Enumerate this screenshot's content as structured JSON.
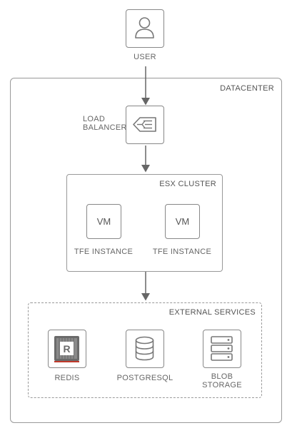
{
  "nodes": {
    "user": {
      "label": "USER",
      "icon": "user-icon"
    },
    "load_balancer": {
      "label_line1": "LOAD",
      "label_line2": "BALANCER",
      "icon": "load-balancer-icon"
    },
    "vm1": {
      "text": "VM",
      "label": "TFE INSTANCE"
    },
    "vm2": {
      "text": "VM",
      "label": "TFE INSTANCE"
    },
    "redis": {
      "label": "REDIS",
      "icon": "redis-icon"
    },
    "postgresql": {
      "label": "POSTGRESQL",
      "icon": "database-icon"
    },
    "blob": {
      "label_line1": "BLOB",
      "label_line2": "STORAGE",
      "icon": "storage-icon"
    }
  },
  "groups": {
    "datacenter": "DATACENTER",
    "esx_cluster": "ESX CLUSTER",
    "external_services": "EXTERNAL SERVICES"
  },
  "colors": {
    "border": "#999999",
    "icon_border": "#888888",
    "arrow": "#666666",
    "redis_chip": "#6b6b6b",
    "redis_accent": "#c0392b"
  }
}
